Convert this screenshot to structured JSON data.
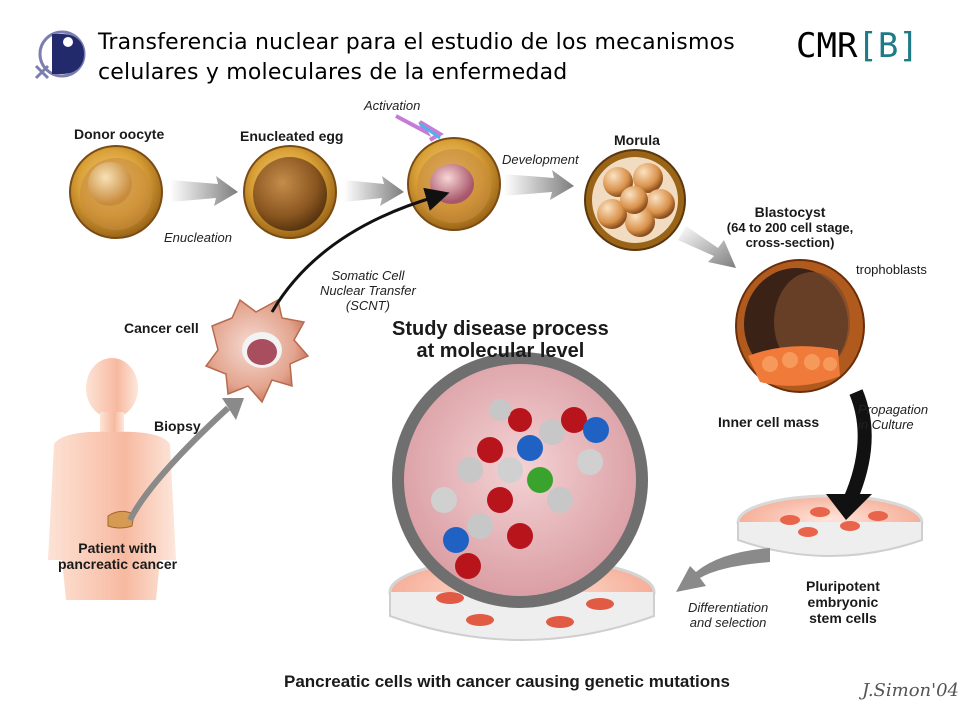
{
  "header": {
    "title_line1": "Transferencia nuclear para el estudio de los mecanismos",
    "title_line2": "celulares y moleculares de la enfermedad",
    "brand_text": "CMR",
    "brand_bracket_text": "[B]",
    "logo_icon": "institution-logo-icon"
  },
  "diagram": {
    "donor_oocyte": "Donor oocyte",
    "enucleated_egg": "Enucleated egg",
    "enucleation": "Enucleation",
    "activation": "Activation",
    "development": "Development",
    "morula": "Morula",
    "blastocyst_title": "Blastocyst",
    "blastocyst_sub1": "(64 to 200 cell stage,",
    "blastocyst_sub2": "cross-section)",
    "trophoblasts": "trophoblasts",
    "inner_cell_mass": "Inner cell mass",
    "propagation_line1": "Propagation",
    "propagation_line2": "in Culture",
    "scnt_line1": "Somatic Cell",
    "scnt_line2": "Nuclear Transfer",
    "scnt_line3": "(SCNT)",
    "cancer_cell": "Cancer cell",
    "biopsy": "Biopsy",
    "patient_line1": "Patient with",
    "patient_line2": "pancreatic cancer",
    "study_line1": "Study disease process",
    "study_line2": "at molecular level",
    "pluripotent_line1": "Pluripotent",
    "pluripotent_line2": "embryonic",
    "pluripotent_line3": "stem cells",
    "differentiation_line1": "Differentiation",
    "differentiation_line2": "and selection",
    "footer": "Pancreatic cells with cancer causing genetic mutations",
    "signature": "J.Simon'04"
  },
  "colors": {
    "brand_bracket": "#1e7a86",
    "arrow_gray": "#8a8a8a",
    "cell_gold": "#d9a036",
    "skin_peach": "#f7b9a0"
  }
}
